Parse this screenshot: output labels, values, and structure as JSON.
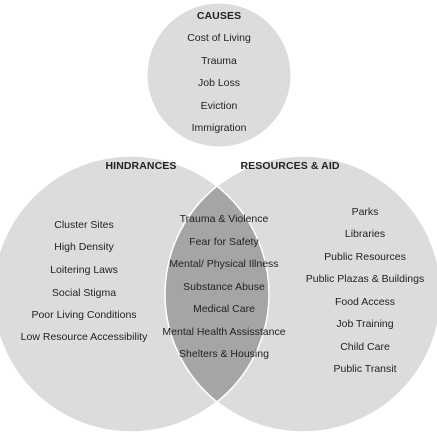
{
  "colors": {
    "circle_fill": "#dcdcdc",
    "overlap_fill": "#a5a5a5",
    "circle_stroke": "#ffffff",
    "text": "#222222"
  },
  "causes": {
    "title": "CAUSES",
    "items": [
      "Cost of Living",
      "Trauma",
      "Job Loss",
      "Eviction",
      "Immigration"
    ]
  },
  "hindrances": {
    "title": "HINDRANCES",
    "items": [
      "Cluster Sites",
      "High Density",
      "Loitering Laws",
      "Social Stigma",
      "Poor Living Conditions",
      "Low Resource Accessibility"
    ]
  },
  "resources": {
    "title": "RESOURCES & AID",
    "items": [
      "Parks",
      "Libraries",
      "Public Resources",
      "Public Plazas & Buildings",
      "Food Access",
      "Job Training",
      "Child Care",
      "Public Transit"
    ]
  },
  "overlap": {
    "items": [
      "Trauma & Violence",
      "Fear for Safety",
      "Mental/ Physical Illness",
      "Substance Abuse",
      "Medical Care",
      "Mental Health Assisstance",
      "Shelters & Housing"
    ]
  }
}
